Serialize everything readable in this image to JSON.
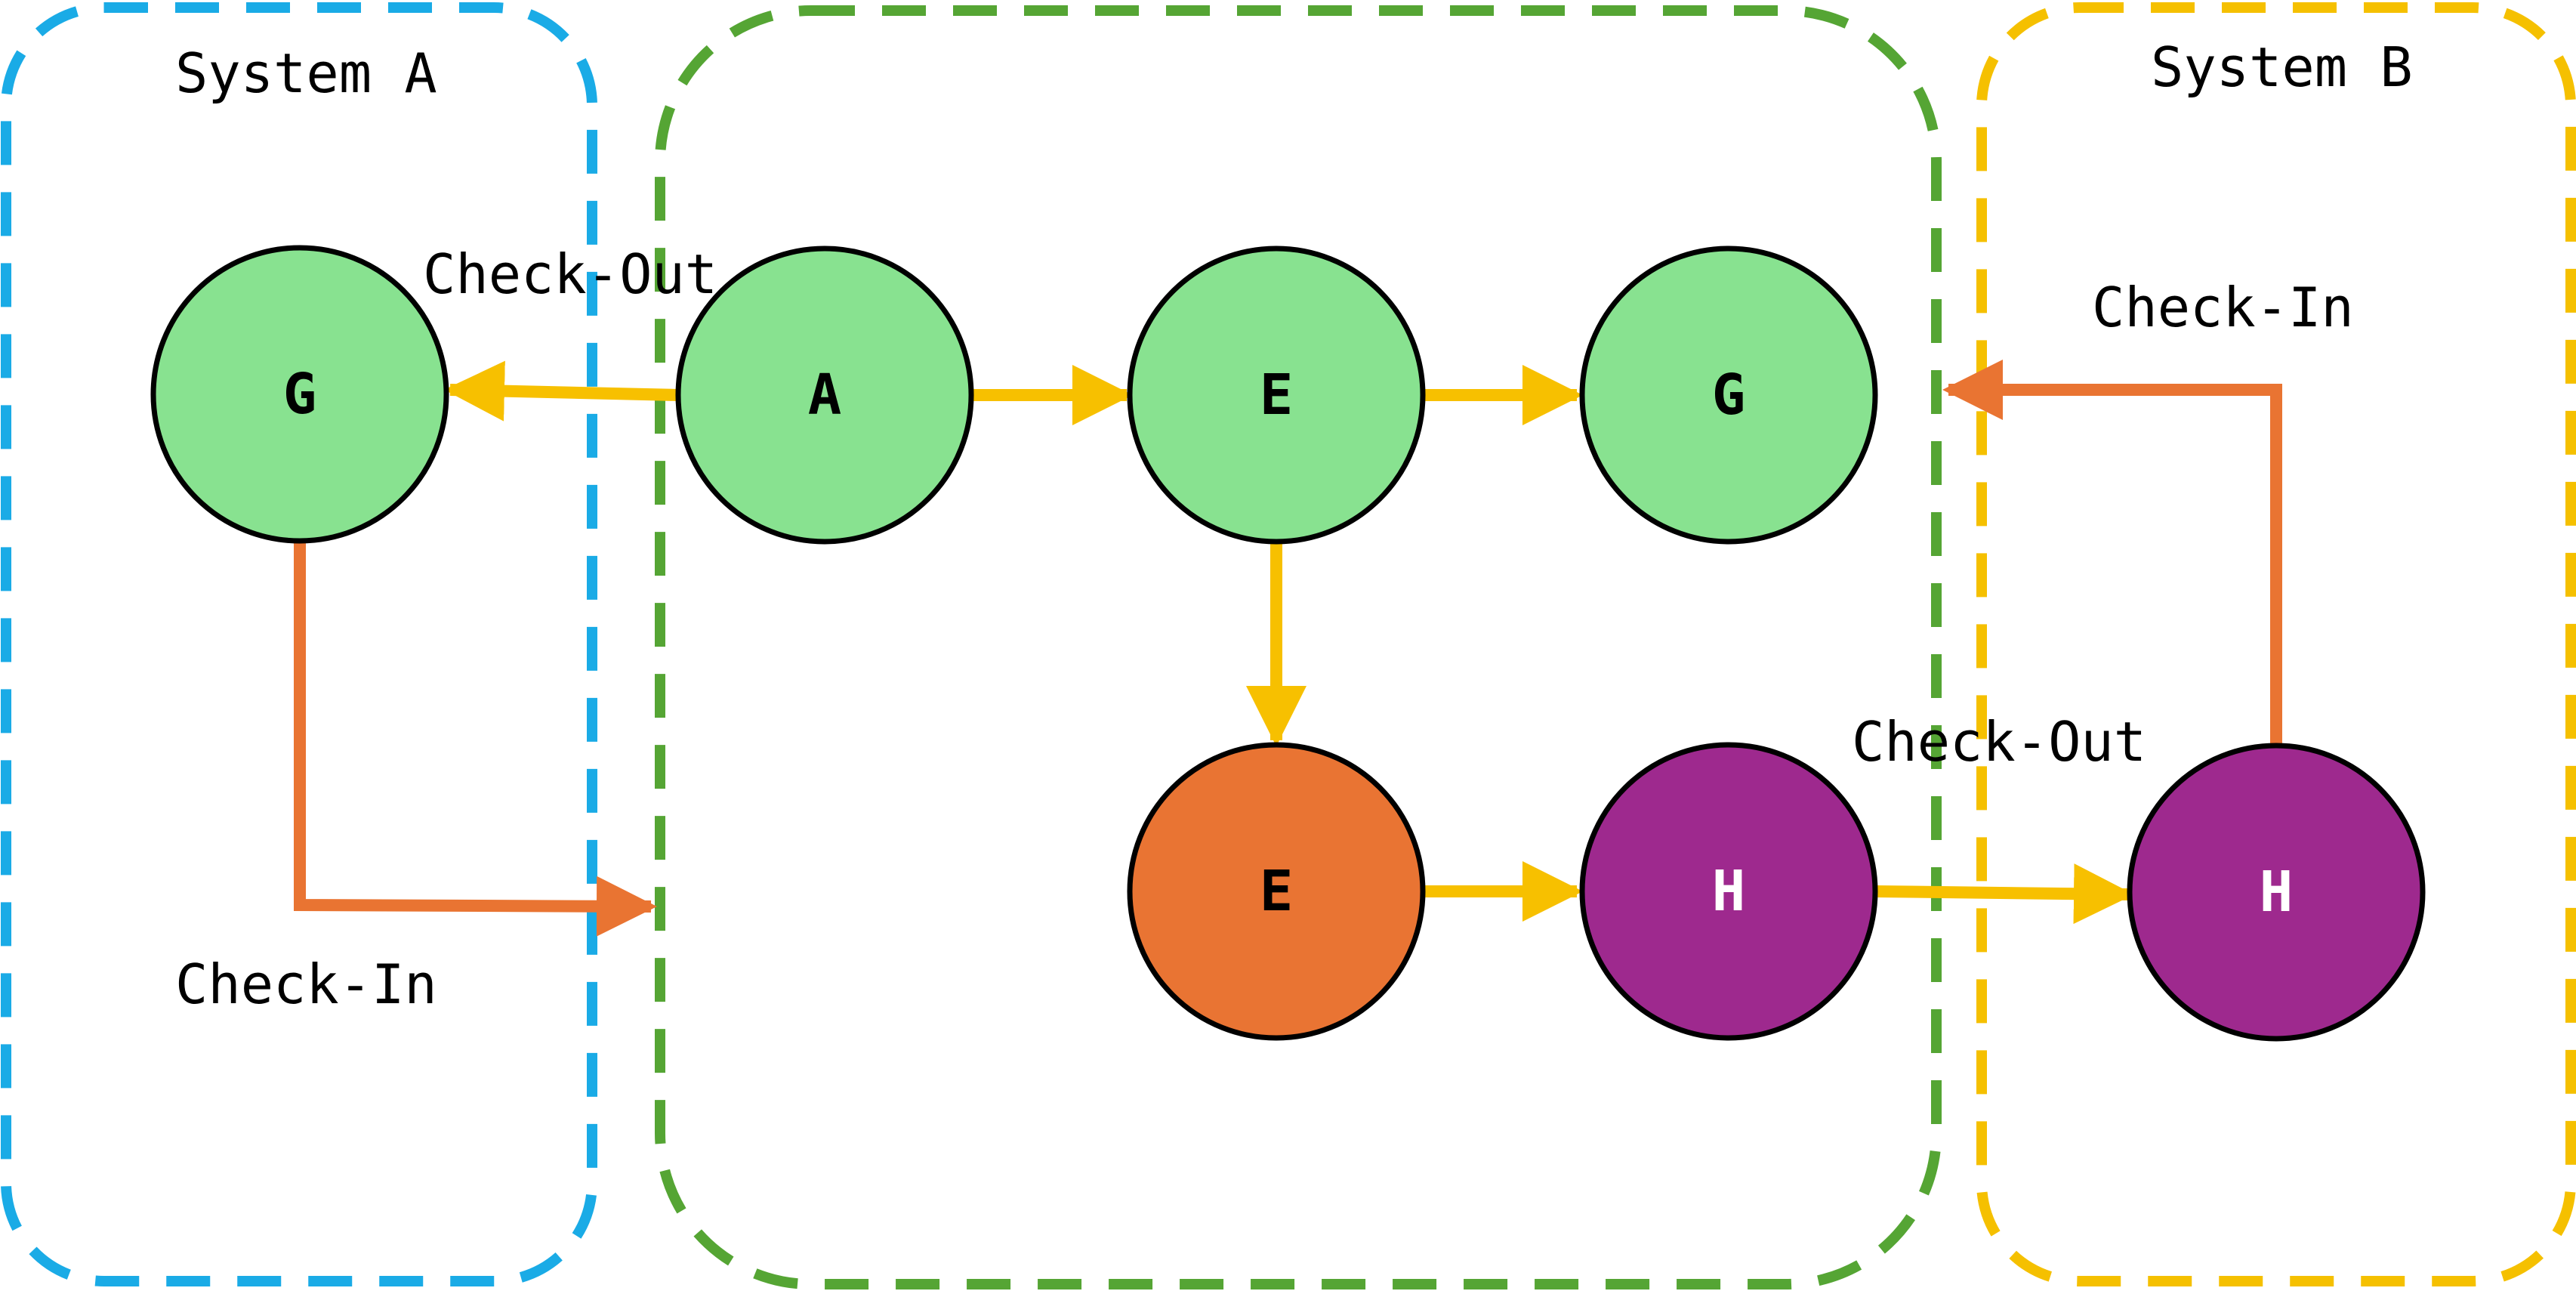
{
  "colors": {
    "system_a_border": "#1AABE6",
    "shared_border": "#55A534",
    "system_b_border": "#F5C000",
    "flow_arrow": "#F7C000",
    "checkin_checkout_arrow": "#E97432",
    "node_green": "#88E290",
    "node_orange": "#E97433",
    "node_purple": "#9E298E",
    "node_outline": "#000000"
  },
  "regions": {
    "system_a": {
      "label": "System A"
    },
    "system_b": {
      "label": "System B"
    }
  },
  "nodes": {
    "g_system_a": {
      "label": "G",
      "fill": "node_green"
    },
    "a_center": {
      "label": "A",
      "fill": "node_green"
    },
    "e_center_top": {
      "label": "E",
      "fill": "node_green"
    },
    "g_center": {
      "label": "G",
      "fill": "node_green"
    },
    "e_center_bottom": {
      "label": "E",
      "fill": "node_orange"
    },
    "h_center": {
      "label": "H",
      "fill": "node_purple"
    },
    "h_system_b": {
      "label": "H",
      "fill": "node_purple"
    }
  },
  "edge_labels": {
    "checkout_to_a": "Check-Out",
    "checkin_from_a": "Check-In",
    "checkout_to_b": "Check-Out",
    "checkin_from_b": "Check-In"
  }
}
